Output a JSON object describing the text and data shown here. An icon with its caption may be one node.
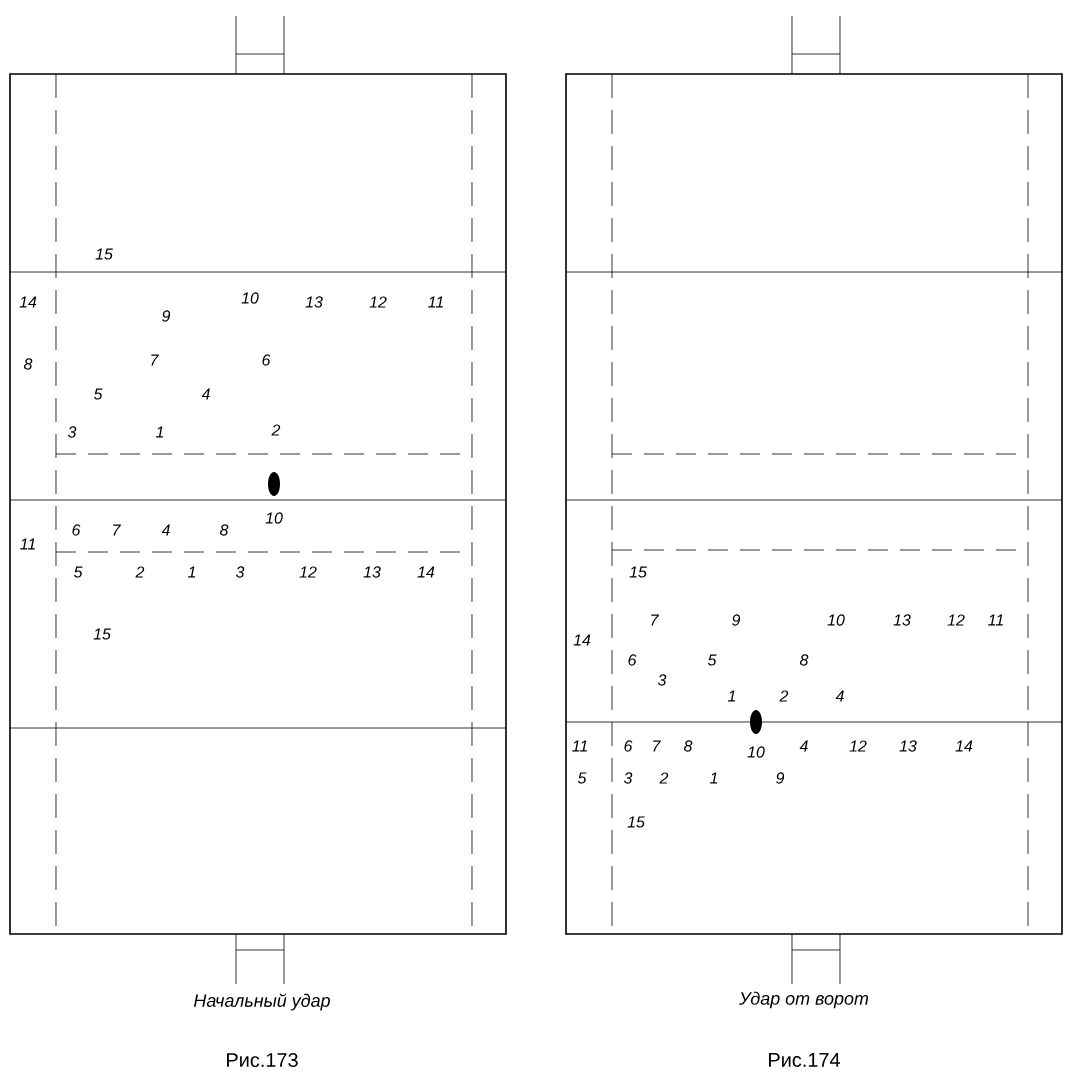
{
  "diagram": {
    "labels": [
      "15",
      "14",
      "10",
      "13",
      "12",
      "11",
      "9",
      "8",
      "7",
      "6",
      "5",
      "4",
      "3",
      "1",
      "2",
      "10",
      "11",
      "6",
      "7",
      "4",
      "8",
      "5",
      "2",
      "1",
      "3",
      "12",
      "13",
      "14",
      "15",
      "15",
      "14",
      "7",
      "9",
      "10",
      "13",
      "12",
      "11",
      "6",
      "3",
      "5",
      "8",
      "1",
      "2",
      "4",
      "11",
      "6",
      "7",
      "8",
      "10",
      "4",
      "12",
      "13",
      "14",
      "5",
      "3",
      "2",
      "1",
      "9",
      "15",
      "Начальный удар",
      "Удар от ворот",
      "Рис.173",
      "Рис.174"
    ]
  }
}
